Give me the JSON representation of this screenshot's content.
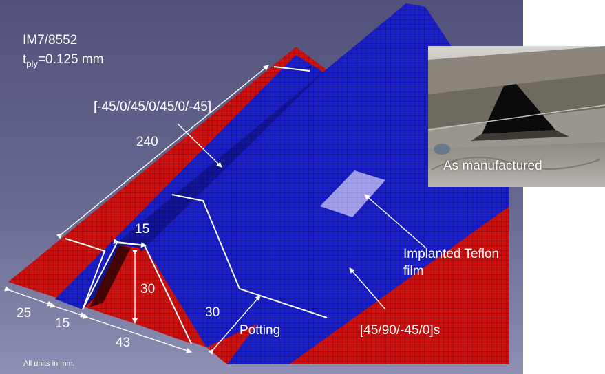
{
  "material": {
    "name": "IM7/8552",
    "t_prefix": "t",
    "t_sub": "ply",
    "t_value": "=0.125 mm"
  },
  "layups": {
    "stringer": "[-45/0/45/0/45/0/-45]",
    "skin": "[45/90/-45/0]s"
  },
  "dimensions": {
    "length": "240",
    "flange_width": "15",
    "crown_width": "15",
    "height": "30",
    "edge_width": "25",
    "pitch": "43",
    "potting_length": "30"
  },
  "labels": {
    "potting": "Potting",
    "teflon": "Implanted Teflon\nfilm",
    "units_note": "All units in mm."
  },
  "photo": {
    "caption": "As manufactured"
  },
  "colors": {
    "skin": "#cc1111",
    "stringer": "#1a1fc8",
    "teflon": "#b9b4f0",
    "background": "#5e5f88"
  }
}
